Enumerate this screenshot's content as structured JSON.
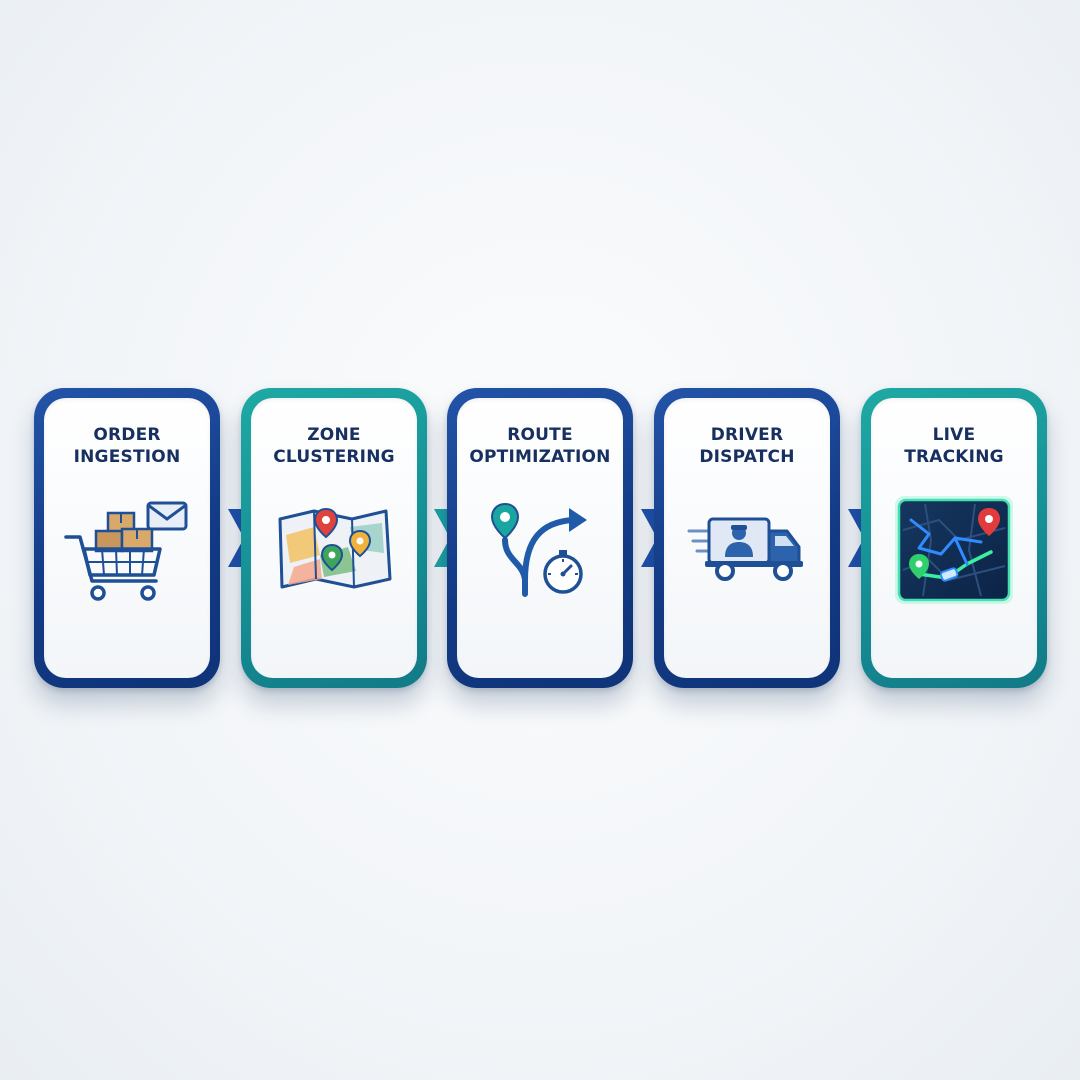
{
  "steps": [
    {
      "line1": "ORDER",
      "line2": "INGESTION",
      "icon": "shopping-cart-icon",
      "frame_color": "#133b86"
    },
    {
      "line1": "ZONE",
      "line2": "CLUSTERING",
      "icon": "zone-map-icon",
      "frame_color": "#168f95"
    },
    {
      "line1": "ROUTE",
      "line2": "OPTIMIZATION",
      "icon": "route-timer-icon",
      "frame_color": "#133b86"
    },
    {
      "line1": "DRIVER",
      "line2": "DISPATCH",
      "icon": "delivery-truck-icon",
      "frame_color": "#133b86"
    },
    {
      "line1": "LIVE",
      "line2": "TRACKING",
      "icon": "live-map-icon",
      "frame_color": "#168f95"
    }
  ],
  "connectors": [
    {
      "icon": "chevron-right-icon",
      "color": "#1f4fa8"
    },
    {
      "icon": "chevron-right-icon",
      "color": "#1aa0a0"
    },
    {
      "icon": "chevron-right-icon",
      "color": "#1f4fa8"
    },
    {
      "icon": "chevron-right-icon",
      "color": "#1f4fa8"
    }
  ],
  "colors": {
    "blue_frame": "#133b86",
    "teal_frame": "#168f95",
    "title_text": "#17305f",
    "background": "#f2f5f8"
  }
}
